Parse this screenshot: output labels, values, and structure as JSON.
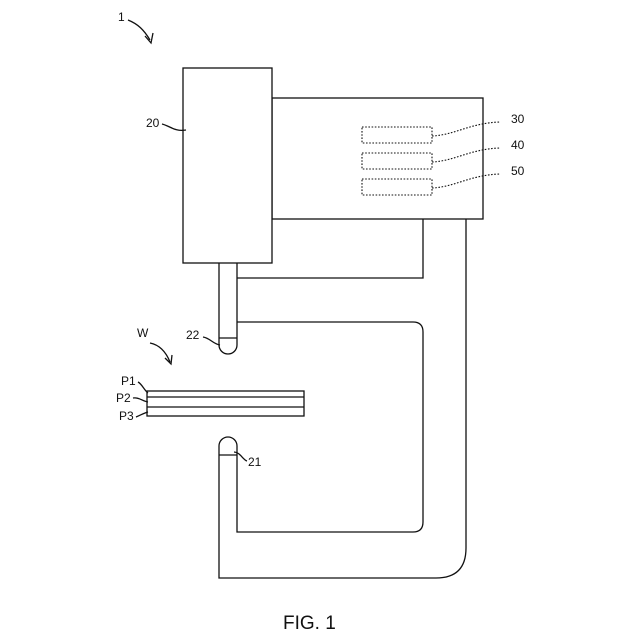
{
  "labels": {
    "device": "1",
    "controller": "20",
    "unit_30": "30",
    "unit_40": "40",
    "unit_50": "50",
    "probe_upper": "22",
    "probe_lower": "21",
    "workpiece": "W",
    "layer_p1": "P1",
    "layer_p2": "P2",
    "layer_p3": "P3"
  },
  "caption": "FIG. 1"
}
